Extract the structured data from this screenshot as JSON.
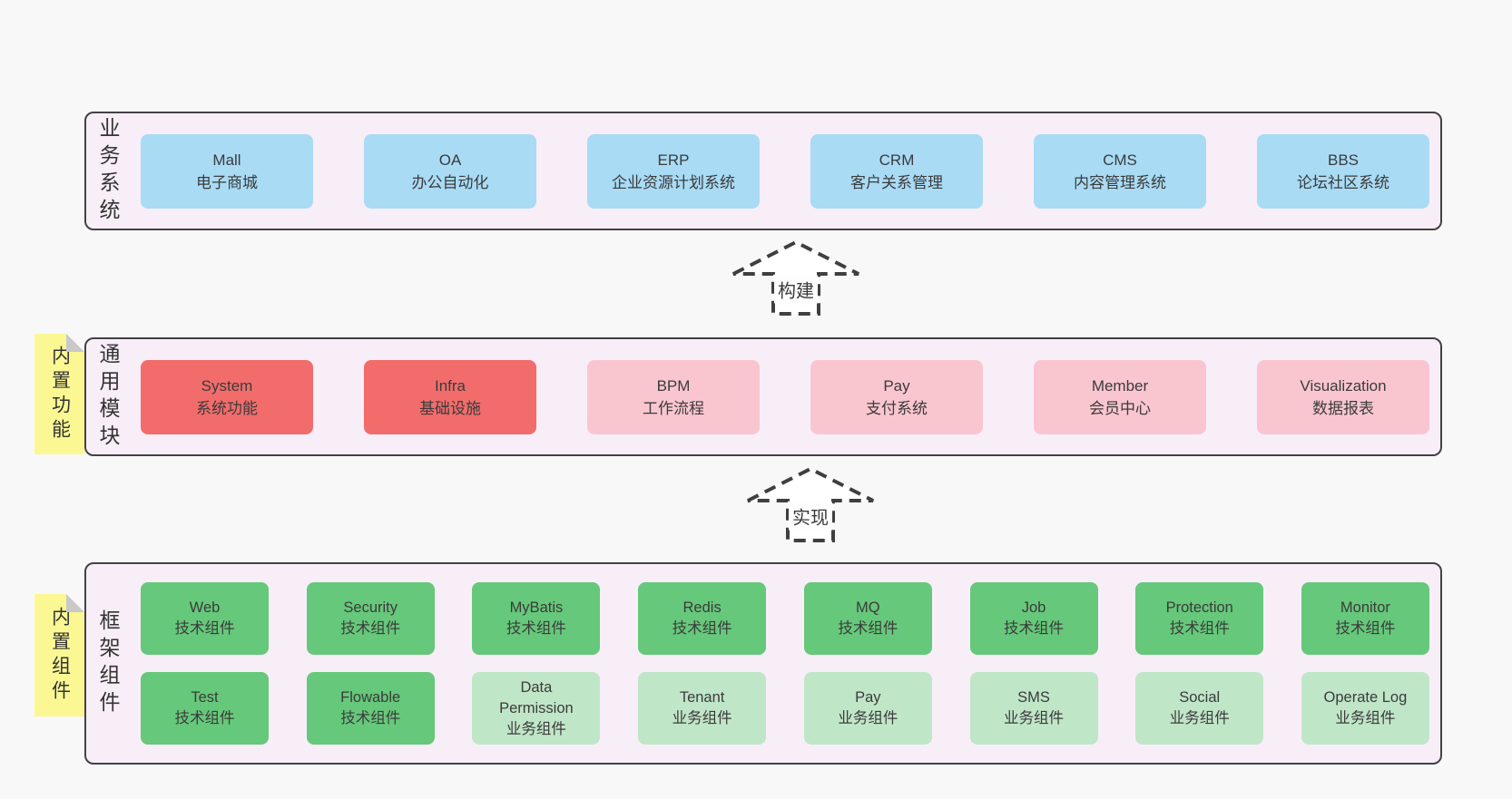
{
  "colors": {
    "page_bg": "#f8f8f8",
    "section_bg": "#f8eef8",
    "section_border": "#424242",
    "blue_box": "#a9dbf5",
    "red_box": "#f26c6c",
    "pink_box": "#f9c6d0",
    "green_box": "#66c87a",
    "light_green_box": "#c0e6c8",
    "sticky_note": "#fbf894",
    "sticky_fold": "#c9c9c9",
    "text": "#3b3b3b"
  },
  "arrows": {
    "build": "构建",
    "implement": "实现"
  },
  "sections": {
    "business": {
      "label": "业务系统",
      "boxes": [
        {
          "title": "Mall",
          "subtitle": "电子商城"
        },
        {
          "title": "OA",
          "subtitle": "办公自动化"
        },
        {
          "title": "ERP",
          "subtitle": "企业资源计划系统"
        },
        {
          "title": "CRM",
          "subtitle": "客户关系管理"
        },
        {
          "title": "CMS",
          "subtitle": "内容管理系统"
        },
        {
          "title": "BBS",
          "subtitle": "论坛社区系统"
        }
      ]
    },
    "modules": {
      "label": "通用模块",
      "sticky": "内置功能",
      "boxes": [
        {
          "title": "System",
          "subtitle": "系统功能"
        },
        {
          "title": "Infra",
          "subtitle": "基础设施"
        },
        {
          "title": "BPM",
          "subtitle": "工作流程"
        },
        {
          "title": "Pay",
          "subtitle": "支付系统"
        },
        {
          "title": "Member",
          "subtitle": "会员中心"
        },
        {
          "title": "Visualization",
          "subtitle": "数据报表"
        }
      ]
    },
    "framework": {
      "label": "框架组件",
      "sticky": "内置组件",
      "row1": [
        {
          "title": "Web",
          "subtitle": "技术组件"
        },
        {
          "title": "Security",
          "subtitle": "技术组件"
        },
        {
          "title": "MyBatis",
          "subtitle": "技术组件"
        },
        {
          "title": "Redis",
          "subtitle": "技术组件"
        },
        {
          "title": "MQ",
          "subtitle": "技术组件"
        },
        {
          "title": "Job",
          "subtitle": "技术组件"
        },
        {
          "title": "Protection",
          "subtitle": "技术组件"
        },
        {
          "title": "Monitor",
          "subtitle": "技术组件"
        }
      ],
      "row2": [
        {
          "title": "Test",
          "subtitle": "技术组件"
        },
        {
          "title": "Flowable",
          "subtitle": "技术组件"
        },
        {
          "title": "Data Permission",
          "subtitle": "业务组件"
        },
        {
          "title": "Tenant",
          "subtitle": "业务组件"
        },
        {
          "title": "Pay",
          "subtitle": "业务组件"
        },
        {
          "title": "SMS",
          "subtitle": "业务组件"
        },
        {
          "title": "Social",
          "subtitle": "业务组件"
        },
        {
          "title": "Operate Log",
          "subtitle": "业务组件"
        }
      ]
    }
  }
}
